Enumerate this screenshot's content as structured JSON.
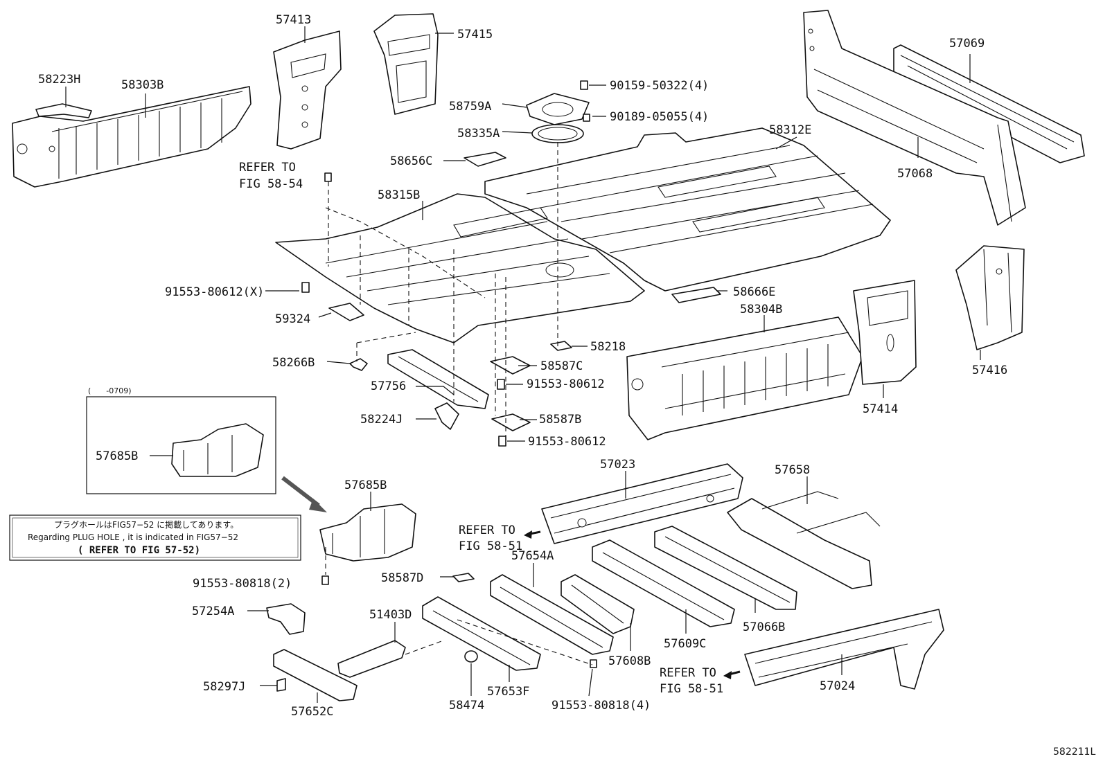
{
  "diagram_id": "582211L",
  "callouts": {
    "c58223H": "58223H",
    "c58303B": "58303B",
    "c57413": "57413",
    "c57415": "57415",
    "c57069": "57069",
    "c90159": "90159-50322(4)",
    "c58759A": "58759A",
    "c90189": "90189-05055(4)",
    "c58335A": "58335A",
    "c58312E": "58312E",
    "c58656C": "58656C",
    "c57068": "57068",
    "refer_a1": "REFER TO",
    "refer_a2": "FIG 58-54",
    "c58315B": "58315B",
    "c91553_x": "91553-80612(X)",
    "c58666E": "58666E",
    "c58304B": "58304B",
    "c59324": "59324",
    "c58218": "58218",
    "c57416": "57416",
    "c58266B": "58266B",
    "c58587C": "58587C",
    "c57756": "57756",
    "c91553_a": "91553-80612",
    "c57414": "57414",
    "c58224J": "58224J",
    "c58587B": "58587B",
    "c91553_b": "91553-80612",
    "inset_range": "(　　-0709)",
    "c57685B_inset": "57685B",
    "c57023": "57023",
    "c57658": "57658",
    "c57685B": "57685B",
    "note_jp": "プラグホールはFIG57−52 に掲載してあります。",
    "note_en": "Regarding PLUG HOLE , it is indicated in FIG57−52",
    "note_ref": "( REFER TO FIG 57-52)",
    "refer_b1": "REFER TO",
    "refer_b2": "FIG 58-51",
    "c57654A": "57654A",
    "c91553_80818_2": "91553-80818(2)",
    "c58587D": "58587D",
    "c57254A": "57254A",
    "c51403D": "51403D",
    "c57066B": "57066B",
    "c57609C": "57609C",
    "c57608B": "57608B",
    "refer_c1": "REFER TO",
    "refer_c2": "FIG 58-51",
    "c58297J": "58297J",
    "c57024": "57024",
    "c57653F": "57653F",
    "c58474": "58474",
    "c91553_80818_4": "91553-80818(4)",
    "c57652C": "57652C"
  }
}
